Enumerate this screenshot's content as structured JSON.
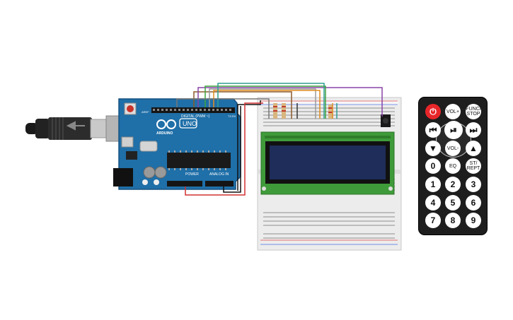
{
  "arduino": {
    "logo": "ARDUINO",
    "model": "UNO",
    "digital_label": "DIGITAL (PWM ~)",
    "power_label": "POWER",
    "analog_label": "ANALOG IN",
    "aref": "AREF",
    "gnd": "GND",
    "tx": "TX",
    "rx": "RX"
  },
  "remote": {
    "buttons": [
      {
        "id": "power",
        "label": ""
      },
      {
        "id": "vol-up",
        "label": "VOL+"
      },
      {
        "id": "func-stop",
        "label": "FUNC/ STOP"
      },
      {
        "id": "prev",
        "label": ""
      },
      {
        "id": "play-pause",
        "label": ""
      },
      {
        "id": "next",
        "label": ""
      },
      {
        "id": "down",
        "label": ""
      },
      {
        "id": "vol-down",
        "label": "VOL-"
      },
      {
        "id": "up",
        "label": ""
      },
      {
        "id": "zero",
        "label": "0"
      },
      {
        "id": "eq",
        "label": "EQ"
      },
      {
        "id": "st-rept",
        "label": "ST/ REPT"
      },
      {
        "id": "one",
        "label": "1"
      },
      {
        "id": "two",
        "label": "2"
      },
      {
        "id": "three",
        "label": "3"
      },
      {
        "id": "four",
        "label": "4"
      },
      {
        "id": "five",
        "label": "5"
      },
      {
        "id": "six",
        "label": "6"
      },
      {
        "id": "seven",
        "label": "7"
      },
      {
        "id": "eight",
        "label": "8"
      },
      {
        "id": "nine",
        "label": "9"
      }
    ]
  },
  "colors": {
    "board": "#1f6fa8",
    "breadboard": "#ececec",
    "lcd_screen": "#1e2d5a",
    "lcd_pcb": "#3f9b3a",
    "remote": "#1e1e1e",
    "power_button": "#e8262a"
  }
}
